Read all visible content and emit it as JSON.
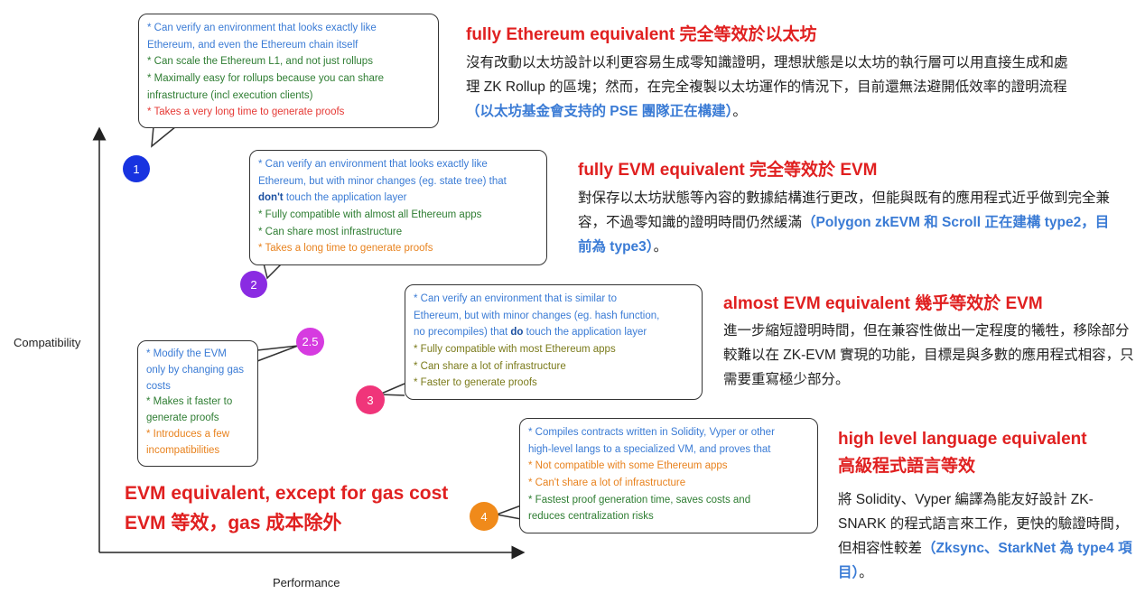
{
  "axes": {
    "y_label": "Compatibility",
    "x_label": "Performance"
  },
  "types": [
    {
      "number": "1",
      "color": "#1833e0",
      "bubble_lines": [
        {
          "text": "* Can verify an environment that looks exactly like",
          "tone": "blue"
        },
        {
          "text": "Ethereum, and even the Ethereum chain itself",
          "tone": "blue"
        },
        {
          "text": "* Can scale the Ethereum L1, and not just rollups",
          "tone": "green"
        },
        {
          "text": "* Maximally easy for rollups because you can share",
          "tone": "green"
        },
        {
          "text": "infrastructure (incl execution clients)",
          "tone": "green"
        },
        {
          "text": "* Takes a very long time to generate proofs",
          "tone": "red"
        }
      ],
      "title": "fully Ethereum equivalent 完全等效於以太坊",
      "description": "沒有改動以太坊設計以利更容易生成零知識證明，理想狀態是以太坊的執行層可以用直接生成和處理 ZK Rollup 的區塊；然而，在完全複製以太坊運作的情況下，目前還無法避開低效率的證明流程",
      "highlight": "（以太坊基金會支持的 PSE 團隊正在構建）",
      "tail": "。"
    },
    {
      "number": "2",
      "color": "#8a2be2",
      "bubble_lines": [
        {
          "text": "* Can verify an environment that looks exactly like",
          "tone": "blue"
        },
        {
          "text": "Ethereum, but with minor changes (eg. state tree) that",
          "tone": "blue"
        },
        {
          "text": "don't",
          "tone": "bold",
          "after": " touch the application layer"
        },
        {
          "text": "* Fully compatible with almost all Ethereum apps",
          "tone": "green"
        },
        {
          "text": "* Can share most infrastructure",
          "tone": "green"
        },
        {
          "text": "* Takes a long time to generate proofs",
          "tone": "orange"
        }
      ],
      "title": "fully EVM equivalent 完全等效於 EVM",
      "description": "對保存以太坊狀態等內容的數據結構進行更改，但能與既有的應用程式近乎做到完全兼容，不過零知識的證明時間仍然緩滿",
      "highlight": "（Polygon zkEVM 和 Scroll 正在建構 type2，目前為 type3）",
      "tail": "。"
    },
    {
      "number": "3",
      "color": "#f0357a",
      "bubble_lines": [
        {
          "text": "* Can verify an environment that is similar to",
          "tone": "blue"
        },
        {
          "text": "Ethereum, but with minor changes (eg. hash function,",
          "tone": "blue"
        },
        {
          "text": "no precompiles) that ",
          "tone": "blue",
          "bold": "do",
          "after": " touch the application layer"
        },
        {
          "text": "* Fully compatible with most Ethereum apps",
          "tone": "olive"
        },
        {
          "text": "* Can share a lot of infrastructure",
          "tone": "olive"
        },
        {
          "text": "* Faster to generate proofs",
          "tone": "olive"
        }
      ],
      "title": "almost EVM equivalent 幾乎等效於 EVM",
      "description": "進一步縮短證明時間，但在兼容性做出一定程度的犧牲，移除部分較難以在 ZK-EVM 實現的功能，目標是與多數的應用程式相容，只需要重寫極少部分。",
      "highlight": "",
      "tail": ""
    },
    {
      "number": "2.5",
      "color": "#d63be0",
      "bubble_lines": [
        {
          "text": "* Modify the EVM",
          "tone": "blue"
        },
        {
          "text": "only by changing gas",
          "tone": "blue"
        },
        {
          "text": "costs",
          "tone": "blue"
        },
        {
          "text": "* Makes it faster to",
          "tone": "green"
        },
        {
          "text": "generate proofs",
          "tone": "green"
        },
        {
          "text": "* Introduces a few",
          "tone": "orange"
        },
        {
          "text": "incompatibilities",
          "tone": "orange"
        }
      ],
      "title_lines": [
        "EVM equivalent, except for gas cost",
        "EVM 等效，gas 成本除外"
      ]
    },
    {
      "number": "4",
      "color": "#f08a1a",
      "bubble_lines": [
        {
          "text": "* Compiles contracts written in Solidity, Vyper or other",
          "tone": "blue"
        },
        {
          "text": "high-level langs to a specialized VM, and proves that",
          "tone": "blue"
        },
        {
          "text": "* Not compatible with some Ethereum apps",
          "tone": "orange"
        },
        {
          "text": "* Can't share a lot of infrastructure",
          "tone": "orange"
        },
        {
          "text": "* Fastest proof generation time, saves costs and",
          "tone": "green"
        },
        {
          "text": "reduces centralization risks",
          "tone": "green"
        }
      ],
      "title_lines": [
        "high level language equivalent",
        "高級程式語言等效"
      ],
      "description": "將 Solidity、Vyper 編譯為能友好設計 ZK-SNARK 的程式語言來工作，更快的驗證時間，但相容性較差",
      "highlight": "（Zksync、StarkNet 為 type4 項目）",
      "tail": "。"
    }
  ]
}
